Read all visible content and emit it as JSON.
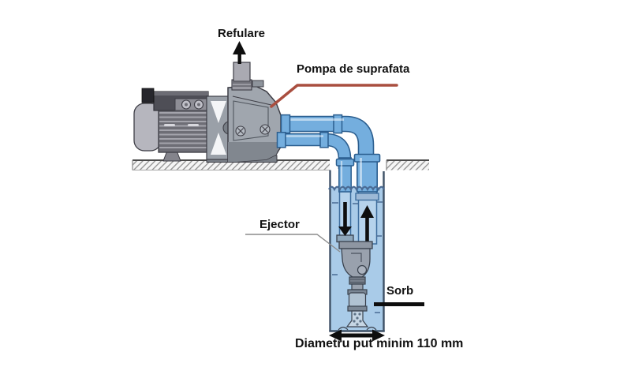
{
  "labels": {
    "refulare": "Refulare",
    "pompa_de_suprafata": "Pompa de suprafata",
    "ejector": "Ejector",
    "sorb": "Sorb",
    "diametru": "Diametru put minim 110 mm"
  },
  "icons": {
    "refulare_arrow": "up-arrow",
    "drive_flow_arrow": "down-arrow",
    "suction_flow_arrow": "up-arrow",
    "diameter_arrow": "double-headed-horizontal-arrow"
  },
  "colors": {
    "pipe_blue": "#74aede",
    "pipe_outline": "#2a5d8e",
    "water": "#a9cbe8",
    "water_line": "#4a6b94",
    "well_wall": "#3e5166",
    "pointer_red": "#a94e3f",
    "ink": "#0e0e0e",
    "hatch_line": "#909090",
    "ground_line": "#4a4a4a",
    "metal": "#99a1ad",
    "metal_dark": "#54545c",
    "text": "#111111"
  }
}
